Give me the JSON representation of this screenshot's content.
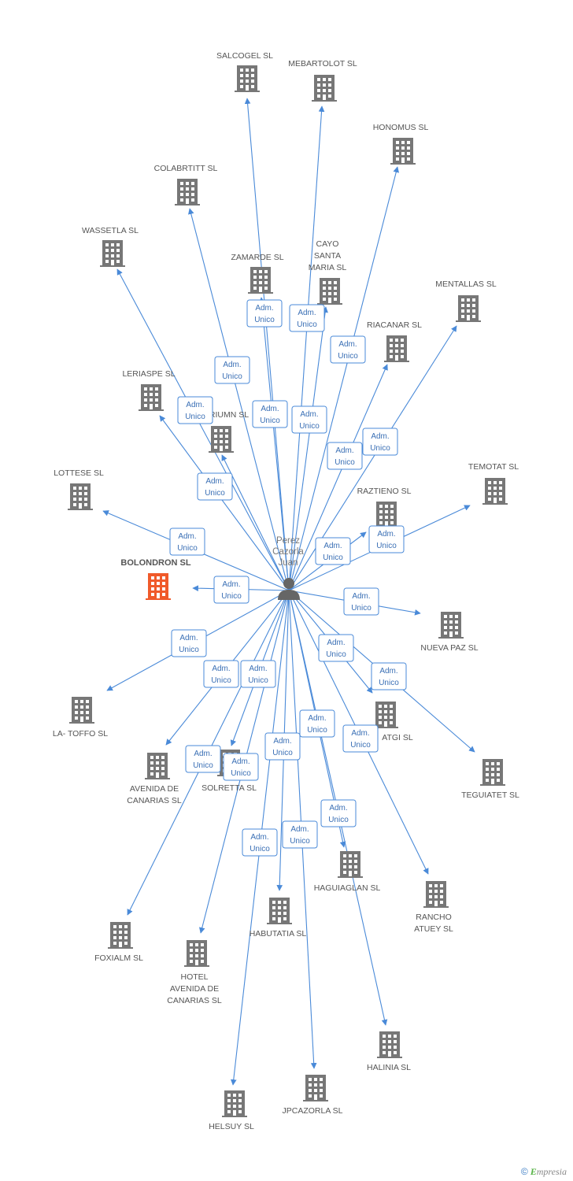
{
  "center": {
    "name_lines": [
      "Perez",
      "Cazorla",
      "Juan"
    ],
    "icon": "person-icon"
  },
  "colors": {
    "edge": "#4a8ad8",
    "building": "#777777",
    "main_building": "#f05a2a"
  },
  "companies": [
    {
      "id": "salcogel",
      "name_lines": [
        "SALCOGEL SL"
      ],
      "role_lines": [
        "Adm.",
        "Unico"
      ]
    },
    {
      "id": "mebartolot",
      "name_lines": [
        "MEBARTOLOT SL"
      ],
      "role_lines": [
        "Adm.",
        "Unico"
      ]
    },
    {
      "id": "honomus",
      "name_lines": [
        "HONOMUS SL"
      ],
      "role_lines": [
        "Adm.",
        "Unico"
      ]
    },
    {
      "id": "colabrtitt",
      "name_lines": [
        "COLABRTITT SL"
      ],
      "role_lines": [
        "Adm.",
        "Unico"
      ]
    },
    {
      "id": "wassetla",
      "name_lines": [
        "WASSETLA SL"
      ],
      "role_lines": [
        "Adm.",
        "Unico"
      ]
    },
    {
      "id": "zamarde",
      "name_lines": [
        "ZAMARDE SL"
      ],
      "role_lines": [
        "Adm.",
        "Unico"
      ]
    },
    {
      "id": "cayo",
      "name_lines": [
        "CAYO",
        "SANTA",
        "MARIA SL"
      ],
      "role_lines": [
        "Adm.",
        "Unico"
      ]
    },
    {
      "id": "mentallas",
      "name_lines": [
        "MENTALLAS SL"
      ],
      "role_lines": [
        "Adm.",
        "Unico"
      ]
    },
    {
      "id": "riacanar",
      "name_lines": [
        "RIACANAR SL"
      ],
      "role_lines": [
        "Adm.",
        "Unico"
      ]
    },
    {
      "id": "leriaspe",
      "name_lines": [
        "LERIASPE SL"
      ],
      "role_lines": [
        "Adm.",
        "Unico"
      ]
    },
    {
      "id": "riumn",
      "name_lines": [
        "RIUMN SL"
      ],
      "role_lines": [
        "Adm.",
        "Unico"
      ]
    },
    {
      "id": "lottese",
      "name_lines": [
        "LOTTESE SL"
      ],
      "role_lines": [
        "Adm.",
        "Unico"
      ]
    },
    {
      "id": "temotat",
      "name_lines": [
        "TEMOTAT SL"
      ],
      "role_lines": [
        "Adm.",
        "Unico"
      ]
    },
    {
      "id": "raztieno",
      "name_lines": [
        "RAZTIENO SL"
      ],
      "role_lines": [
        "Adm.",
        "Unico"
      ]
    },
    {
      "id": "bolondron",
      "name_lines": [
        "BOLONDRON SL"
      ],
      "role_lines": [
        "Adm.",
        "Unico"
      ],
      "main": true
    },
    {
      "id": "nuevapaz",
      "name_lines": [
        "NUEVA PAZ SL"
      ],
      "role_lines": [
        "Adm.",
        "Unico"
      ]
    },
    {
      "id": "latoffo",
      "name_lines": [
        "LA- TOFFO SL"
      ],
      "role_lines": [
        "Adm.",
        "Unico"
      ]
    },
    {
      "id": "atgi",
      "name_lines": [
        "ATGI SL"
      ],
      "role_lines": [
        "Adm.",
        "Unico"
      ]
    },
    {
      "id": "teguiatet",
      "name_lines": [
        "TEGUIATET SL"
      ],
      "role_lines": [
        "Adm.",
        "Unico"
      ]
    },
    {
      "id": "avenida",
      "name_lines": [
        "AVENIDA DE",
        "CANARIAS SL"
      ],
      "role_lines": [
        "Adm.",
        "Unico"
      ]
    },
    {
      "id": "solretta",
      "name_lines": [
        "SOLRETTA SL"
      ],
      "role_lines": [
        "Adm.",
        "Unico"
      ]
    },
    {
      "id": "haguiaglan",
      "name_lines": [
        "HAGUIAGLAN SL"
      ],
      "role_lines": [
        "Adm.",
        "Unico"
      ]
    },
    {
      "id": "rancho",
      "name_lines": [
        "RANCHO",
        "ATUEY SL"
      ],
      "role_lines": [
        "Adm.",
        "Unico"
      ]
    },
    {
      "id": "foxialm",
      "name_lines": [
        "FOXIALM SL"
      ],
      "role_lines": [
        "Adm.",
        "Unico"
      ]
    },
    {
      "id": "hotel",
      "name_lines": [
        "HOTEL",
        "AVENIDA DE",
        "CANARIAS SL"
      ],
      "role_lines": [
        "Adm.",
        "Unico"
      ]
    },
    {
      "id": "habutatia",
      "name_lines": [
        "HABUTATIA SL"
      ],
      "role_lines": [
        "Adm.",
        "Unico"
      ]
    },
    {
      "id": "halinia",
      "name_lines": [
        "HALINIA SL"
      ],
      "role_lines": [
        "Adm.",
        "Unico"
      ]
    },
    {
      "id": "helsuy",
      "name_lines": [
        "HELSUY SL"
      ],
      "role_lines": [
        "Adm.",
        "Unico"
      ]
    },
    {
      "id": "jpcazorla",
      "name_lines": [
        "JPCAZORLA SL"
      ],
      "role_lines": [
        "Adm.",
        "Unico"
      ]
    }
  ],
  "footer": {
    "copyright": "©",
    "brand_first": "E",
    "brand_rest": "mpresia"
  }
}
